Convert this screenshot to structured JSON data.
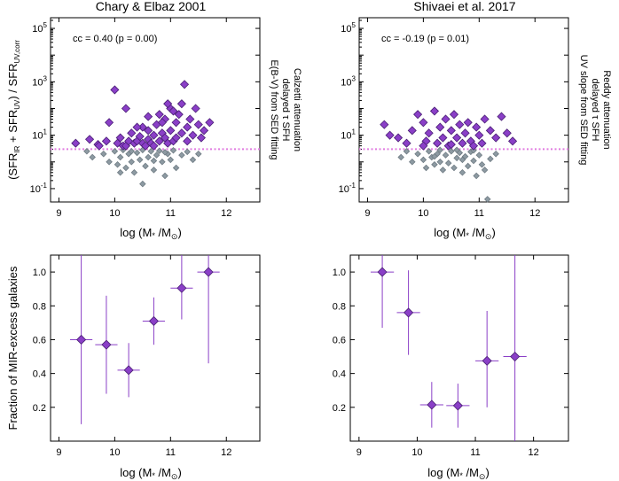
{
  "figure": {
    "panels": [
      {
        "id": "tl",
        "title": "Chary & Elbaz 2001",
        "ylabel": "(SFR_IR + SFR_UV) / SFR_UV,corr",
        "xlabel": "log (M* /M⊙)",
        "annotation": "cc = 0.40 (p = 0.00)",
        "side_label": [
          "E(B-V) from SED fitting",
          "delayed τ SFH",
          "Calzetti attenuation"
        ]
      },
      {
        "id": "tr",
        "title": "Shivaei et al. 2017",
        "xlabel": "log (M* /M⊙)",
        "annotation": "cc = -0.19 (p = 0.01)",
        "side_label": [
          "UV slope from SED fitting",
          "delayed τ SFH",
          "Reddy attenuation"
        ]
      },
      {
        "id": "bl",
        "ylabel": "Fraction of MIR-excess galaxies",
        "xlabel": "log (M* /M⊙)"
      },
      {
        "id": "br",
        "xlabel": "log (M* /M⊙)"
      }
    ]
  },
  "chart_data": [
    {
      "panel": "tl",
      "type": "scatter",
      "x_range": [
        8.85,
        12.6
      ],
      "y_range_log10": [
        -1.5,
        5.4
      ],
      "y_scale": "log",
      "x_ticks": [
        9,
        10,
        11,
        12
      ],
      "y_ticks": [
        "10^-1",
        "10^1",
        "10^3",
        "10^5"
      ],
      "threshold_y": 3,
      "colors": {
        "excess": "#8a3fc7",
        "normal": "#8d9aa2",
        "threshold": "#e07be0"
      },
      "excess_points": [
        [
          9.3,
          5
        ],
        [
          9.55,
          7
        ],
        [
          9.7,
          4.5
        ],
        [
          9.72,
          4
        ],
        [
          9.85,
          6
        ],
        [
          9.9,
          30
        ],
        [
          10.0,
          500
        ],
        [
          10.05,
          5
        ],
        [
          10.1,
          8
        ],
        [
          10.15,
          4
        ],
        [
          10.2,
          4
        ],
        [
          10.25,
          6
        ],
        [
          10.3,
          12
        ],
        [
          10.35,
          5
        ],
        [
          10.4,
          6
        ],
        [
          10.45,
          9
        ],
        [
          10.5,
          20
        ],
        [
          10.5,
          5
        ],
        [
          10.55,
          4
        ],
        [
          10.6,
          7
        ],
        [
          10.6,
          15
        ],
        [
          10.65,
          5
        ],
        [
          10.7,
          10
        ],
        [
          10.7,
          4
        ],
        [
          10.75,
          25
        ],
        [
          10.8,
          6
        ],
        [
          10.8,
          60
        ],
        [
          10.85,
          12
        ],
        [
          10.9,
          8
        ],
        [
          10.9,
          40
        ],
        [
          10.95,
          5
        ],
        [
          11.0,
          100
        ],
        [
          11.0,
          15
        ],
        [
          11.05,
          6
        ],
        [
          11.1,
          30
        ],
        [
          11.1,
          8
        ],
        [
          11.15,
          60
        ],
        [
          11.2,
          150
        ],
        [
          11.25,
          800
        ],
        [
          11.3,
          20
        ],
        [
          11.3,
          6
        ],
        [
          11.35,
          40
        ],
        [
          11.4,
          10
        ],
        [
          11.45,
          100
        ],
        [
          11.5,
          25
        ],
        [
          11.55,
          8
        ],
        [
          11.6,
          15
        ],
        [
          11.7,
          30
        ],
        [
          10.2,
          100
        ],
        [
          10.4,
          20
        ],
        [
          10.6,
          50
        ],
        [
          10.85,
          30
        ],
        [
          11.05,
          80
        ],
        [
          10.95,
          150
        ],
        [
          11.2,
          12
        ]
      ],
      "normal_points": [
        [
          9.5,
          2.5
        ],
        [
          9.6,
          1.5
        ],
        [
          9.8,
          2
        ],
        [
          9.9,
          1
        ],
        [
          10.0,
          2.5
        ],
        [
          10.05,
          0.8
        ],
        [
          10.1,
          1.5
        ],
        [
          10.15,
          2.8
        ],
        [
          10.2,
          0.6
        ],
        [
          10.25,
          2
        ],
        [
          10.3,
          1
        ],
        [
          10.35,
          0.4
        ],
        [
          10.4,
          2.2
        ],
        [
          10.45,
          1.2
        ],
        [
          10.5,
          0.15
        ],
        [
          10.5,
          2.8
        ],
        [
          10.55,
          0.7
        ],
        [
          10.6,
          1.5
        ],
        [
          10.65,
          2.5
        ],
        [
          10.7,
          0.5
        ],
        [
          10.75,
          1.8
        ],
        [
          10.8,
          2.6
        ],
        [
          10.85,
          1
        ],
        [
          10.9,
          0.3
        ],
        [
          10.95,
          2
        ],
        [
          11.0,
          1.2
        ],
        [
          11.05,
          2.7
        ],
        [
          11.1,
          0.6
        ],
        [
          11.2,
          1.8
        ],
        [
          11.3,
          2.4
        ],
        [
          11.4,
          1.2
        ],
        [
          11.5,
          2
        ],
        [
          10.3,
          2.5
        ],
        [
          10.1,
          0.4
        ],
        [
          10.7,
          1.1
        ],
        [
          10.9,
          2.3
        ]
      ]
    },
    {
      "panel": "tr",
      "type": "scatter",
      "x_range": [
        8.85,
        12.6
      ],
      "y_range_log10": [
        -1.5,
        5.4
      ],
      "y_scale": "log",
      "x_ticks": [
        9,
        10,
        11,
        12
      ],
      "y_ticks": [
        "10^-1",
        "10^1",
        "10^3",
        "10^5"
      ],
      "threshold_y": 3,
      "colors": {
        "excess": "#8a3fc7",
        "normal": "#8d9aa2",
        "threshold": "#e07be0"
      },
      "excess_points": [
        [
          9.3,
          25
        ],
        [
          9.4,
          10
        ],
        [
          9.55,
          8
        ],
        [
          9.7,
          5
        ],
        [
          9.8,
          15
        ],
        [
          9.9,
          60
        ],
        [
          10.0,
          30
        ],
        [
          10.05,
          6
        ],
        [
          10.1,
          12
        ],
        [
          10.2,
          80
        ],
        [
          10.25,
          5
        ],
        [
          10.3,
          20
        ],
        [
          10.35,
          8
        ],
        [
          10.4,
          40
        ],
        [
          10.45,
          4
        ],
        [
          10.5,
          15
        ],
        [
          10.55,
          60
        ],
        [
          10.6,
          8
        ],
        [
          10.65,
          25
        ],
        [
          10.7,
          5
        ],
        [
          10.75,
          12
        ],
        [
          10.8,
          30
        ],
        [
          10.85,
          6
        ],
        [
          10.9,
          4
        ],
        [
          10.95,
          20
        ],
        [
          11.0,
          10
        ],
        [
          11.05,
          5
        ],
        [
          11.1,
          40
        ],
        [
          11.2,
          15
        ],
        [
          11.3,
          8
        ],
        [
          11.4,
          50
        ],
        [
          11.5,
          12
        ],
        [
          11.6,
          6
        ],
        [
          10.0,
          4
        ],
        [
          10.5,
          4.5
        ]
      ],
      "normal_points": [
        [
          9.6,
          1.5
        ],
        [
          9.7,
          2.5
        ],
        [
          9.8,
          1
        ],
        [
          9.9,
          2
        ],
        [
          10.0,
          1.2
        ],
        [
          10.05,
          0.6
        ],
        [
          10.1,
          2.5
        ],
        [
          10.15,
          1.5
        ],
        [
          10.2,
          0.8
        ],
        [
          10.25,
          2
        ],
        [
          10.3,
          1
        ],
        [
          10.35,
          0.5
        ],
        [
          10.4,
          1.8
        ],
        [
          10.45,
          0.9
        ],
        [
          10.5,
          2.5
        ],
        [
          10.55,
          0.6
        ],
        [
          10.6,
          1.4
        ],
        [
          10.65,
          2.2
        ],
        [
          10.7,
          0.4
        ],
        [
          10.75,
          1.6
        ],
        [
          10.8,
          0.7
        ],
        [
          10.85,
          2.4
        ],
        [
          10.9,
          1.1
        ],
        [
          10.95,
          0.3
        ],
        [
          11.0,
          1.8
        ],
        [
          11.05,
          0.8
        ],
        [
          11.1,
          0.5
        ],
        [
          11.15,
          0.04
        ],
        [
          11.2,
          1.3
        ],
        [
          11.3,
          2
        ],
        [
          10.3,
          2.8
        ],
        [
          10.6,
          2.8
        ],
        [
          10.9,
          2.7
        ],
        [
          10.2,
          1.6
        ],
        [
          10.7,
          1.2
        ]
      ]
    },
    {
      "panel": "bl",
      "type": "errorbar",
      "x_range": [
        8.85,
        12.6
      ],
      "y_range": [
        0.0,
        1.1
      ],
      "x_ticks": [
        9,
        10,
        11,
        12
      ],
      "y_ticks": [
        0.2,
        0.4,
        0.6,
        0.8,
        1.0
      ],
      "color": "#8a3fc7",
      "points": [
        {
          "x": 9.4,
          "y": 0.6,
          "xerr": 0.2,
          "ylo": 0.1,
          "yhi": 1.12
        },
        {
          "x": 9.85,
          "y": 0.57,
          "xerr": 0.2,
          "ylo": 0.28,
          "yhi": 0.86
        },
        {
          "x": 10.25,
          "y": 0.42,
          "xerr": 0.2,
          "ylo": 0.26,
          "yhi": 0.58
        },
        {
          "x": 10.7,
          "y": 0.71,
          "xerr": 0.2,
          "ylo": 0.57,
          "yhi": 0.85
        },
        {
          "x": 11.2,
          "y": 0.905,
          "xerr": 0.2,
          "ylo": 0.72,
          "yhi": 1.12
        },
        {
          "x": 11.68,
          "y": 1.0,
          "xerr": 0.2,
          "ylo": 0.46,
          "yhi": 1.12
        }
      ]
    },
    {
      "panel": "br",
      "type": "errorbar",
      "x_range": [
        8.85,
        12.6
      ],
      "y_range": [
        0.0,
        1.1
      ],
      "x_ticks": [
        9,
        10,
        11,
        12
      ],
      "y_ticks": [
        0.2,
        0.4,
        0.6,
        0.8,
        1.0
      ],
      "color": "#8a3fc7",
      "points": [
        {
          "x": 9.4,
          "y": 1.0,
          "xerr": 0.2,
          "ylo": 0.67,
          "yhi": 1.12
        },
        {
          "x": 9.85,
          "y": 0.76,
          "xerr": 0.2,
          "ylo": 0.51,
          "yhi": 1.01
        },
        {
          "x": 10.25,
          "y": 0.215,
          "xerr": 0.2,
          "ylo": 0.08,
          "yhi": 0.35
        },
        {
          "x": 10.7,
          "y": 0.21,
          "xerr": 0.2,
          "ylo": 0.08,
          "yhi": 0.34
        },
        {
          "x": 11.2,
          "y": 0.475,
          "xerr": 0.2,
          "ylo": 0.2,
          "yhi": 0.77
        },
        {
          "x": 11.68,
          "y": 0.5,
          "xerr": 0.2,
          "ylo": 0.0,
          "yhi": 1.12
        }
      ]
    }
  ]
}
